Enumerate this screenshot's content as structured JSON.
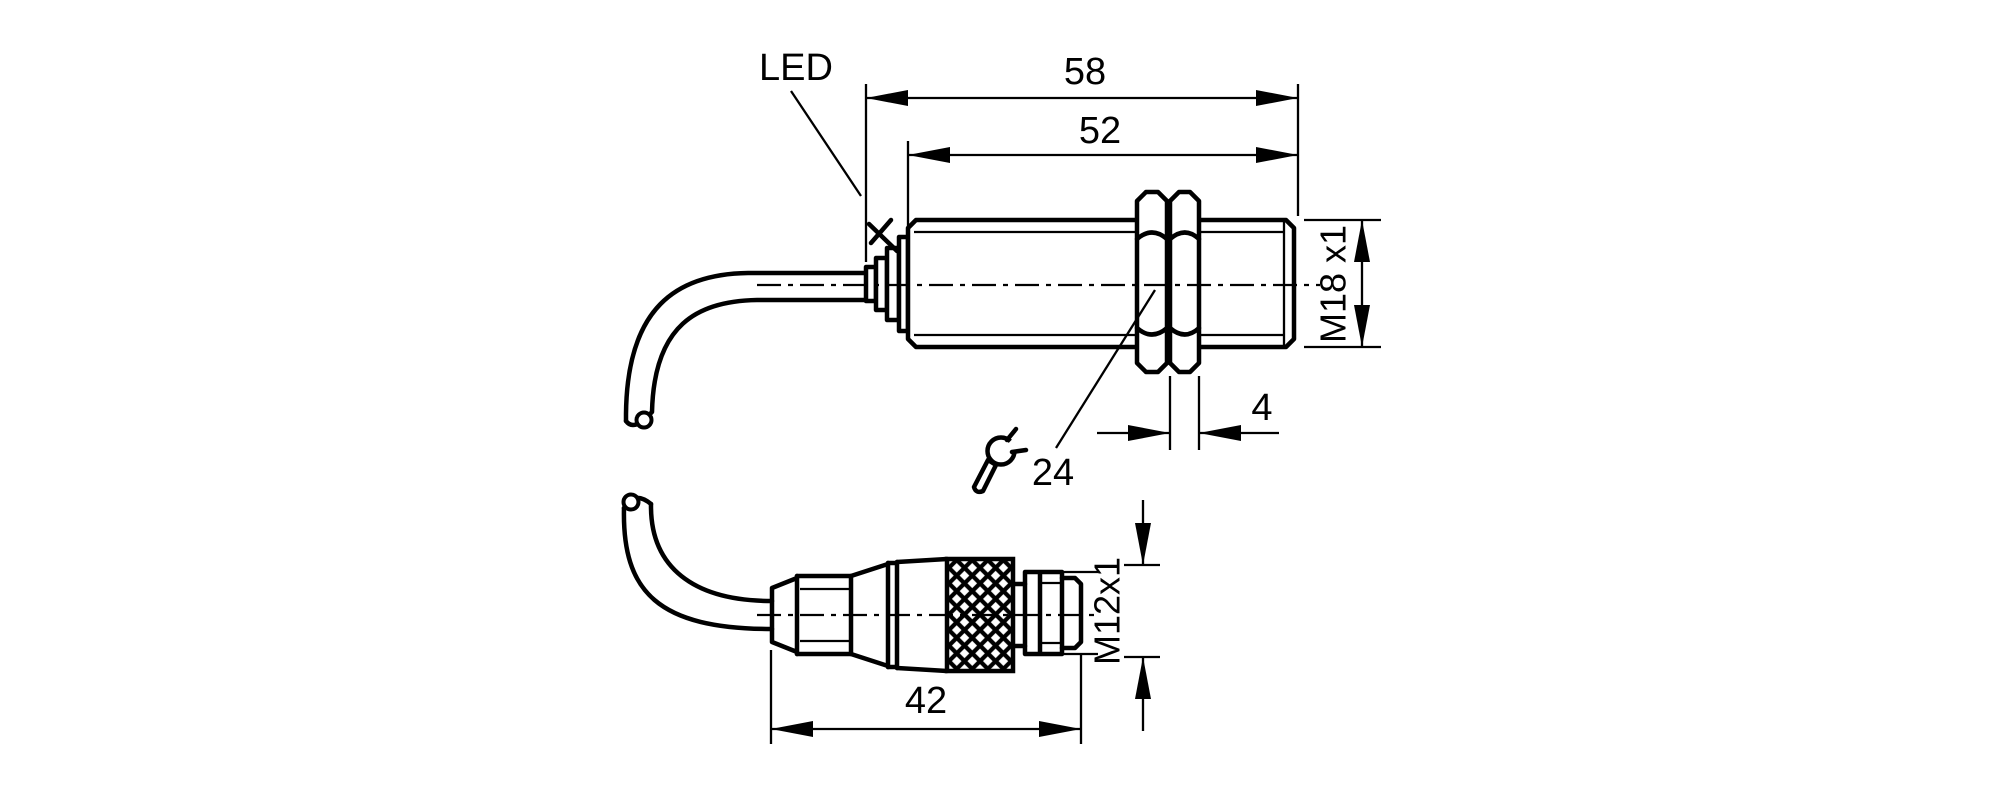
{
  "page": {
    "background": "#ffffff",
    "line_color": "#000000",
    "type": "dimensional-drawing"
  },
  "sensor_view": {
    "led_label": "LED",
    "dim_overall_length": "58",
    "dim_thread_length": "52",
    "dim_thread_spec": "M18 x1",
    "dim_nut_thickness": "4",
    "wrench_size": "24"
  },
  "connector_view": {
    "dim_length": "42",
    "dim_thread_spec": "M12x1"
  },
  "icons": {
    "wrench": "open-end-wrench-icon"
  }
}
